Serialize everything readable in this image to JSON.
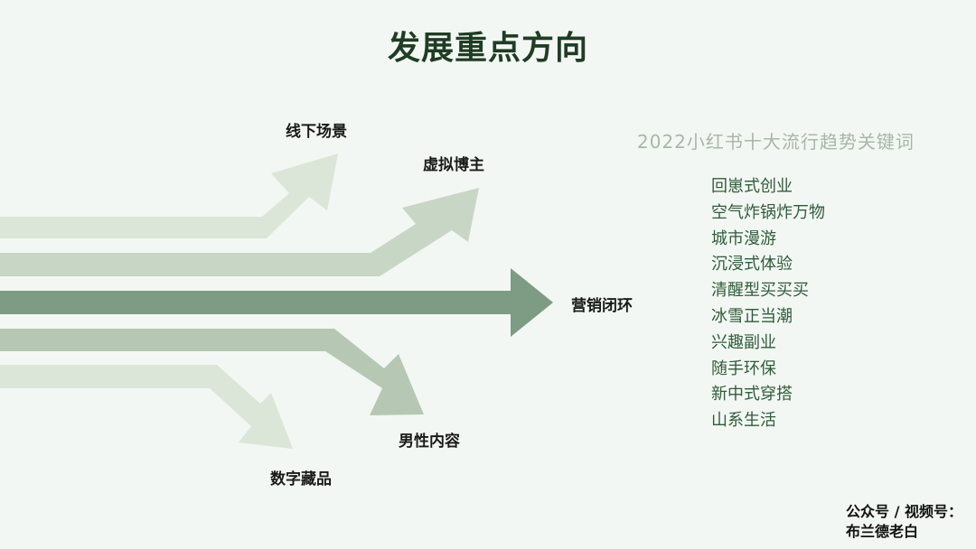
{
  "title": "发展重点方向",
  "arrow_labels": {
    "offline": "线下场景",
    "virtual": "虚拟博主",
    "marketing": "营销闭环",
    "male": "男性内容",
    "digital": "数字藏品"
  },
  "keywords_title": "2022小红书十大流行趋势关键词",
  "keywords": [
    "回崽式创业",
    "空气炸锅炸万物",
    "城市漫游",
    "沉浸式体验",
    "清醒型买买买",
    "冰雪正当潮",
    "兴趣副业",
    "随手环保",
    "新中式穿搭",
    "山系生活"
  ],
  "footer": {
    "line1": "公众号 / 视频号：",
    "line2": "布兰德老白"
  },
  "colors": {
    "background": "#f3f7f3",
    "arrow_light": "#dbe5d8",
    "arrow_mid": "#b6c8b4",
    "arrow_dark": "#7e9b84",
    "title": "#1f3d24",
    "keyword": "#2f5c3a"
  }
}
